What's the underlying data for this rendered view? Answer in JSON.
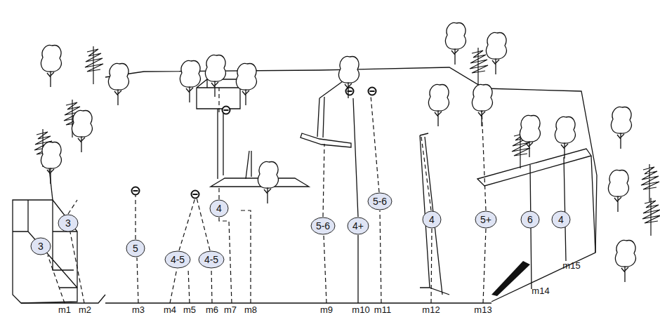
{
  "diagram": {
    "nodes": [
      {
        "text": [
          "3"
        ]
      },
      {
        "text": [
          "3"
        ]
      },
      {
        "text": [
          "5"
        ]
      },
      {
        "text": [
          "4-5"
        ]
      },
      {
        "text": [
          "4-5"
        ]
      },
      {
        "text": [
          "4"
        ]
      },
      {
        "text": [
          "5-6"
        ]
      },
      {
        "text": [
          "4+"
        ]
      },
      {
        "text": [
          "5-6"
        ]
      },
      {
        "text": [
          "4"
        ]
      },
      {
        "text": [
          "5+"
        ]
      },
      {
        "text": [
          "6"
        ]
      },
      {
        "text": [
          "4"
        ]
      }
    ],
    "labels": [
      "m1",
      "m2",
      "m3",
      "m4",
      "m5",
      "m6",
      "m7",
      "m8",
      "m9",
      "m10",
      "m11",
      "m12",
      "m13",
      "m14",
      "m15"
    ]
  }
}
